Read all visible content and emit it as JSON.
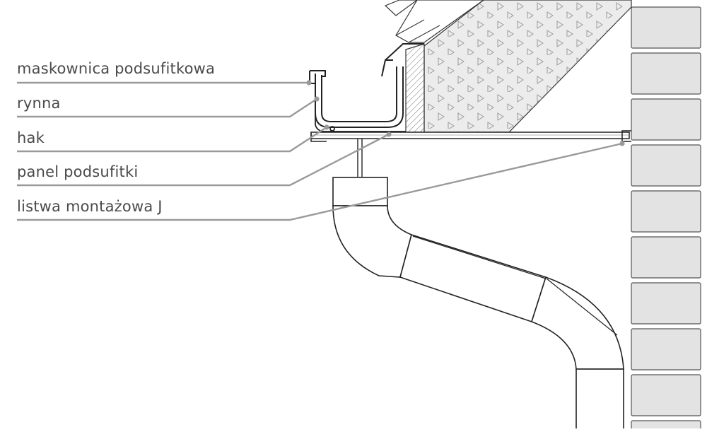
{
  "labels": {
    "masking": "maskownica podsufitkowa",
    "gutter": "rynna",
    "hook": "hak",
    "soffit": "panel podsufitki",
    "jstrip": "listwa montażowa J"
  },
  "colors": {
    "leader": "#9a9a9a",
    "outline": "#222222",
    "brick_fill": "#e3e3e3",
    "brick_stroke": "#555555",
    "insulation_fill": "#ececec",
    "hatch": "#777777"
  }
}
